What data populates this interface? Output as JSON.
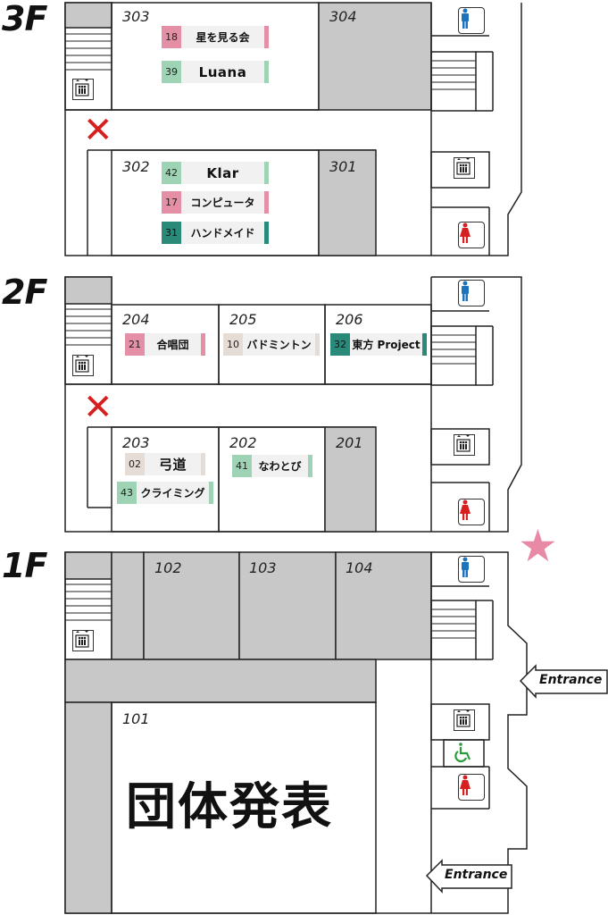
{
  "floors": {
    "f3": "3F",
    "f2": "2F",
    "f1": "1F"
  },
  "rooms": {
    "r303": "303",
    "r304": "304",
    "r302": "302",
    "r301": "301",
    "r204": "204",
    "r205": "205",
    "r206": "206",
    "r203": "203",
    "r202": "202",
    "r201": "201",
    "r102": "102",
    "r103": "103",
    "r104": "104",
    "r101": "101"
  },
  "booths": {
    "b18": {
      "num": "18",
      "name": "星を見る会",
      "color": "#e48fa6"
    },
    "b39": {
      "num": "39",
      "name": "Luana",
      "color": "#9ed3b5"
    },
    "b42": {
      "num": "42",
      "name": "Klar",
      "color": "#9ed3b5"
    },
    "b17": {
      "num": "17",
      "name": "コンピュータ",
      "color": "#e48fa6"
    },
    "b31": {
      "num": "31",
      "name": "ハンドメイド",
      "color": "#2a8a79"
    },
    "b21": {
      "num": "21",
      "name": "合唱団",
      "color": "#e48fa6"
    },
    "b10": {
      "num": "10",
      "name": "バドミントン",
      "color": "#e6dcd6"
    },
    "b32": {
      "num": "32",
      "name": "東方 Project",
      "color": "#2a8a79"
    },
    "b02": {
      "num": "02",
      "name": "弓道",
      "color": "#e6dcd6"
    },
    "b41": {
      "num": "41",
      "name": "なわとび",
      "color": "#9ed3b5"
    },
    "b43": {
      "num": "43",
      "name": "クライミング",
      "color": "#9ed3b5"
    }
  },
  "main_event": "団体発表",
  "entrances": {
    "e1": "Entrance",
    "e2": "Entrance"
  },
  "icons": {
    "elevator": "elevator-icon",
    "male_restroom": "male-restroom-icon",
    "female_restroom": "female-restroom-icon",
    "accessible": "wheelchair-icon",
    "closed": "closed-cross-icon",
    "current_location": "star-icon"
  },
  "colors": {
    "gray_room": "#c8c8c8",
    "closed_mark": "#d62020",
    "star": "#e88aa5",
    "male": "#1e73be",
    "female": "#d62020",
    "accessible": "#2a9a3a"
  }
}
